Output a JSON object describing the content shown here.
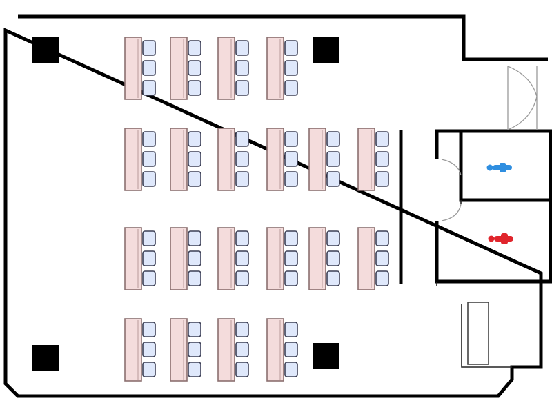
{
  "floor_plan": {
    "seating": {
      "rows": [
        4,
        6,
        6,
        4
      ],
      "chairs_per_desk": 3
    },
    "pillars": 4,
    "restrooms": [
      {
        "name": "mens-restroom",
        "icon": "male-figure-icon",
        "color": "#2f8ee0"
      },
      {
        "name": "womens-restroom",
        "icon": "female-figure-icon",
        "color": "#e0252c"
      }
    ],
    "colors": {
      "desk_fill": "#f4dcdc",
      "chair_fill": "#dfe8fb",
      "wall": "#000000"
    }
  }
}
